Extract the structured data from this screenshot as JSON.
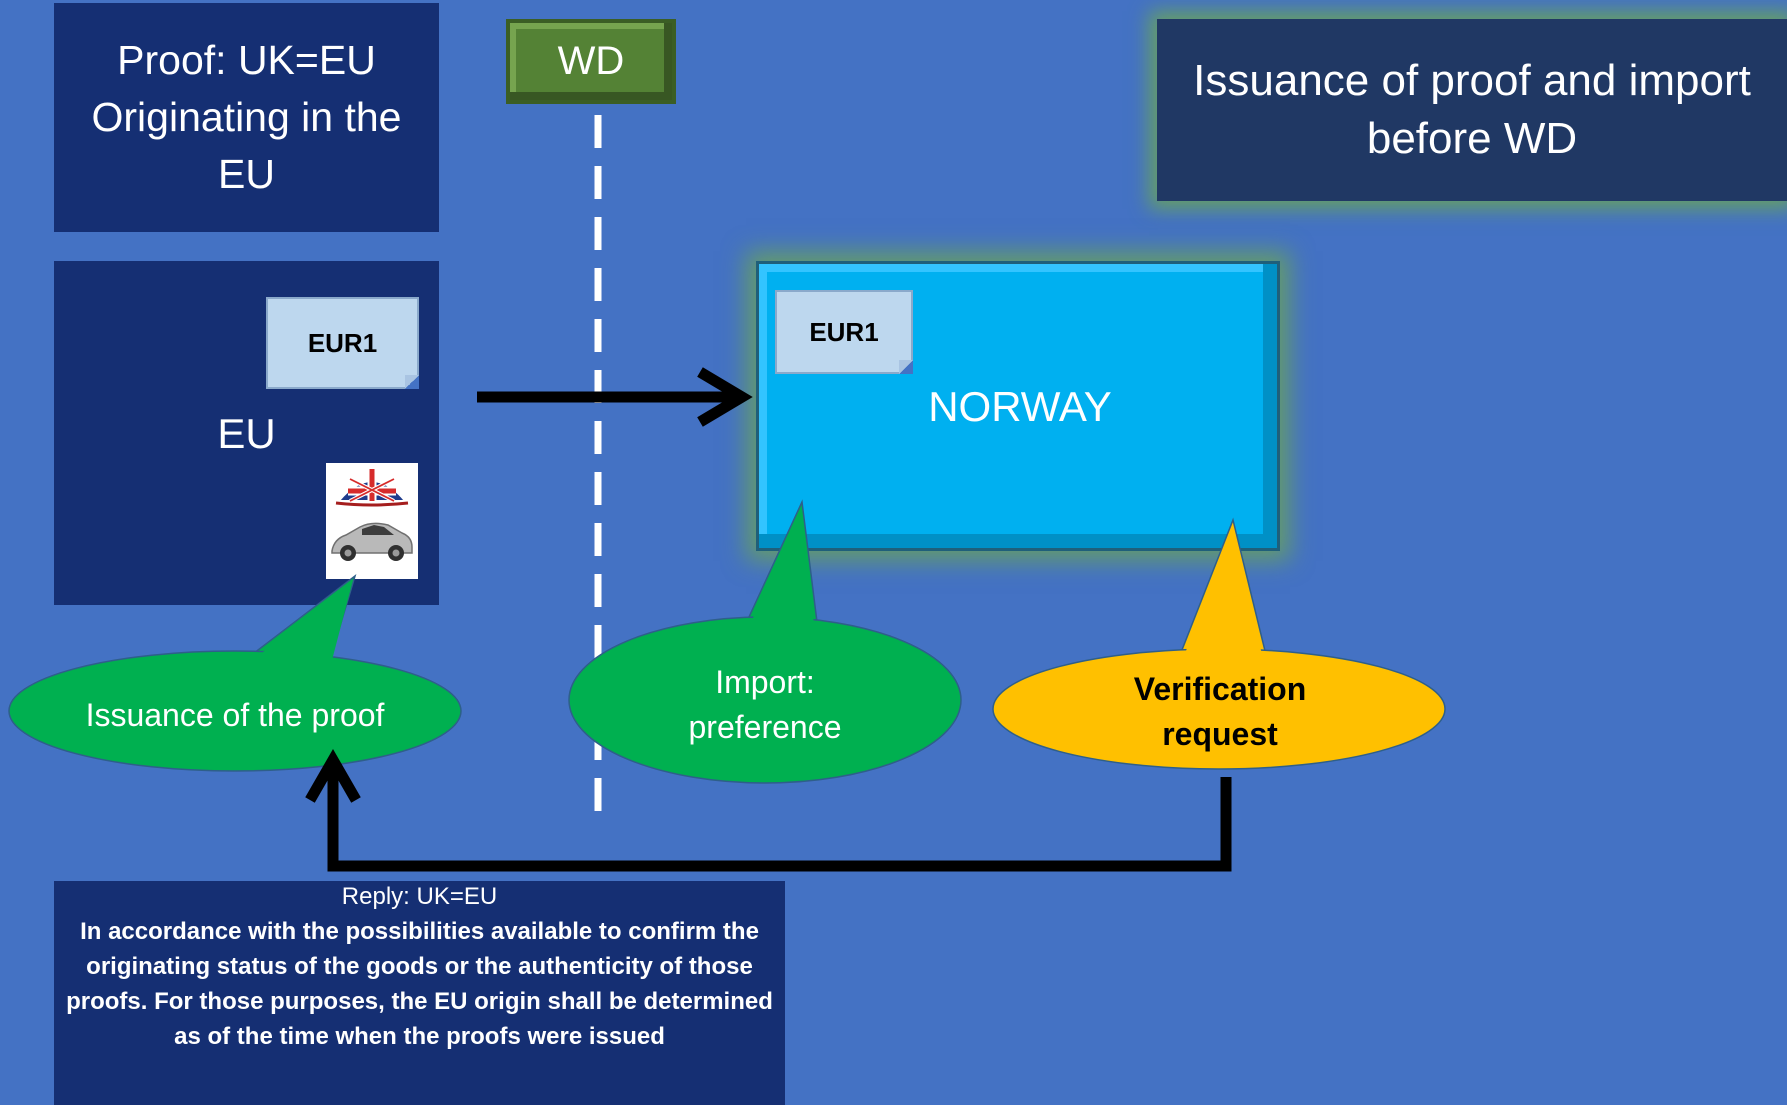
{
  "proof_box": {
    "text": "Proof: UK=EU Originating in the EU"
  },
  "wd_marker": {
    "label": "WD"
  },
  "title_box": {
    "text": "Issuance of proof and import before WD"
  },
  "eu_box": {
    "label": "EU",
    "document_label": "EUR1"
  },
  "norway_box": {
    "label": "NORWAY",
    "document_label": "EUR1"
  },
  "bubbles": {
    "issuance": "Issuance of the proof",
    "import": "Import: preference",
    "verification": "Verification request"
  },
  "reply": {
    "title": "Reply: UK=EU",
    "body": "In accordance with the possibilities available to confirm the originating status of the goods or the authenticity of those proofs. For those purposes, the EU origin shall be determined as of the time when the proofs were issued"
  },
  "icons": {
    "uk_flag": "uk-flag-icon",
    "car": "car-icon",
    "export_arrow": "arrow-right-icon",
    "reply_arrow": "arrow-up-icon"
  },
  "colors": {
    "background": "#4472c4",
    "navy": "#152f73",
    "wd_green": "#548235",
    "norway_cyan": "#00b0f0",
    "bubble_green": "#00b050",
    "bubble_yellow": "#ffc000"
  }
}
